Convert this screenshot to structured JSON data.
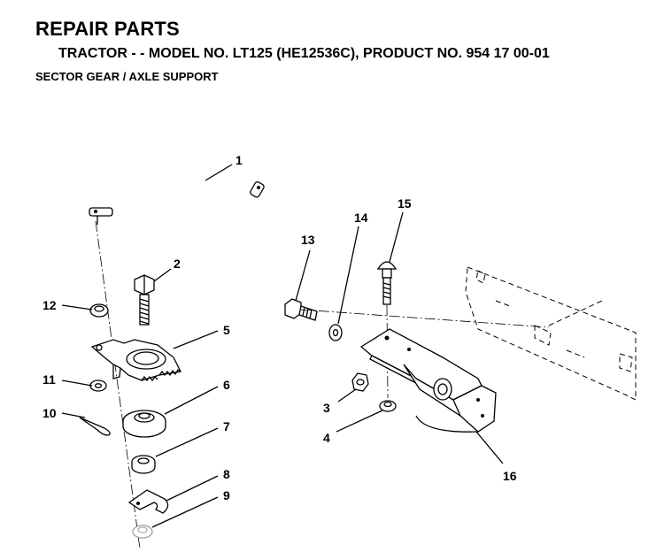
{
  "header": {
    "title": "REPAIR PARTS",
    "subtitle": "TRACTOR - - MODEL NO. LT125 (HE12536C),  PRODUCT NO. 954 17 00-01",
    "section": "SECTOR GEAR / AXLE SUPPORT"
  },
  "callouts": {
    "c1": "1",
    "c2": "2",
    "c3": "3",
    "c4": "4",
    "c5": "5",
    "c6": "6",
    "c7": "7",
    "c8": "8",
    "c9": "9",
    "c10": "10",
    "c11": "11",
    "c12": "12",
    "c13": "13",
    "c14": "14",
    "c15": "15",
    "c16": "16"
  }
}
